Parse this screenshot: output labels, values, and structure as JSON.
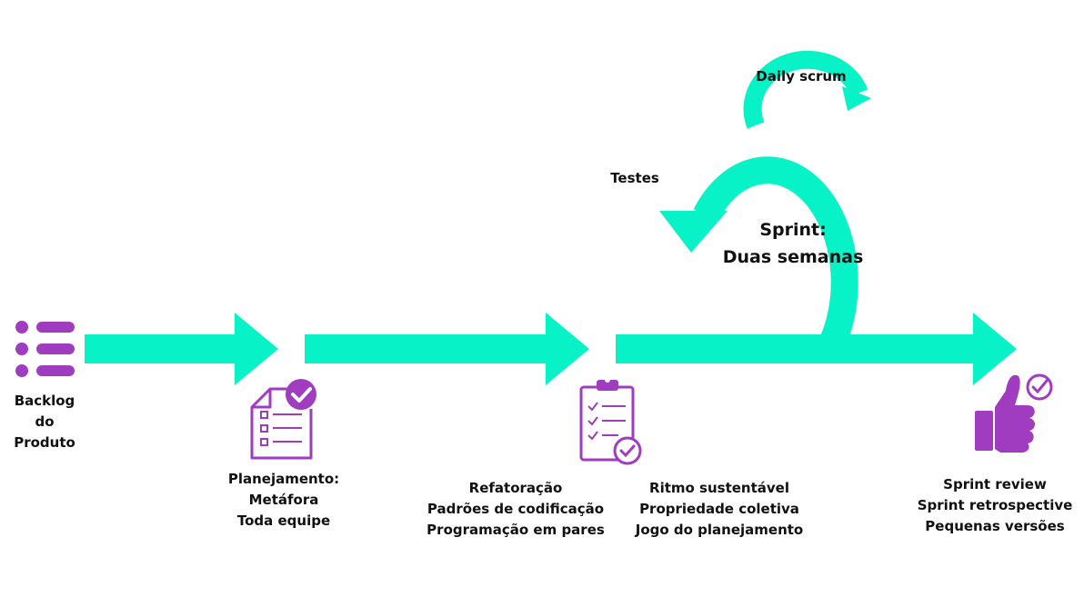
{
  "colors": {
    "teal": "#07F2C6",
    "purple": "#A03CC0",
    "text": "#111111"
  },
  "icons": {
    "backlog": "list-icon",
    "planning": "checked-document-icon",
    "refactor": "clipboard-checklist-icon",
    "review": "thumbs-up-check-icon"
  },
  "labels": {
    "backlog": [
      "Backlog",
      "do",
      "Produto"
    ],
    "planning": [
      "Planejamento:",
      "Metáfora",
      "Toda equipe"
    ],
    "refactor": [
      "Refatoração",
      "Padrões de codificação",
      "Programação em pares"
    ],
    "rhythm": [
      "Ritmo sustentável",
      "Propriedade coletiva",
      "Jogo do planejamento"
    ],
    "review": [
      "Sprint review",
      "Sprint retrospective",
      "Pequenas versões"
    ],
    "daily": "Daily scrum",
    "tests": "Testes",
    "sprint": [
      "Sprint:",
      "Duas semanas"
    ]
  }
}
